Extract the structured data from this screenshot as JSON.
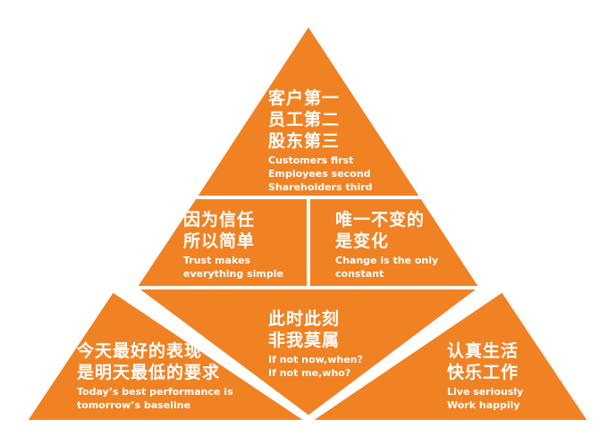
{
  "colors": {
    "fill": "#F08224",
    "stroke": "#ffffff",
    "text": "#ffffff"
  },
  "blocks": {
    "top": {
      "zh": [
        "客户第一",
        "员工第二",
        "股东第三"
      ],
      "en": [
        "Customers first",
        "Employees second",
        "Shareholders third"
      ]
    },
    "trust": {
      "zh": [
        "因为信任",
        "所以简单"
      ],
      "en": [
        "Trust makes",
        "everything simple"
      ]
    },
    "change": {
      "zh": [
        "唯一不变的",
        "是变化"
      ],
      "en": [
        "Change is the only",
        "constant"
      ]
    },
    "now": {
      "zh": [
        "此时此刻",
        "非我莫属"
      ],
      "en": [
        "If not now,when?",
        "If not me,who?"
      ]
    },
    "today": {
      "zh": [
        "今天最好的表现",
        "是明天最低的要求"
      ],
      "en": [
        "Today’s best performance is",
        "tomorrow’s baseline"
      ]
    },
    "live": {
      "zh": [
        "认真生活",
        "快乐工作"
      ],
      "en": [
        "Live seriously",
        "Work happily"
      ]
    }
  }
}
